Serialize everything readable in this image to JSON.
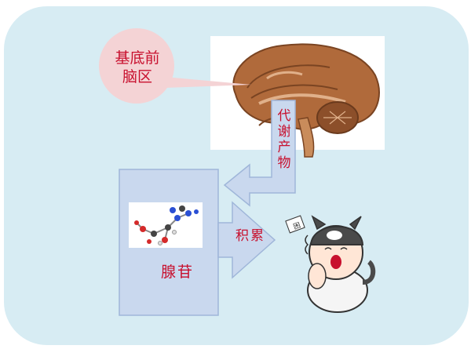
{
  "diagram": {
    "region_label": "基底前\n脑区",
    "region_line1": "基底前",
    "region_line2": "脑区",
    "arrow_label_chars": [
      "代",
      "谢",
      "产",
      "物"
    ],
    "molecule_label": "腺苷",
    "accumulate_label": "积累",
    "stamp_text": "困"
  },
  "colors": {
    "background_panel": "#d7ecf3",
    "bubble_fill": "#f4d3d5",
    "arrow_fill": "#c9d8ee",
    "arrow_stroke": "#9fb6d9",
    "box_fill": "#c9d8ee",
    "text_red": "#c8102e"
  }
}
